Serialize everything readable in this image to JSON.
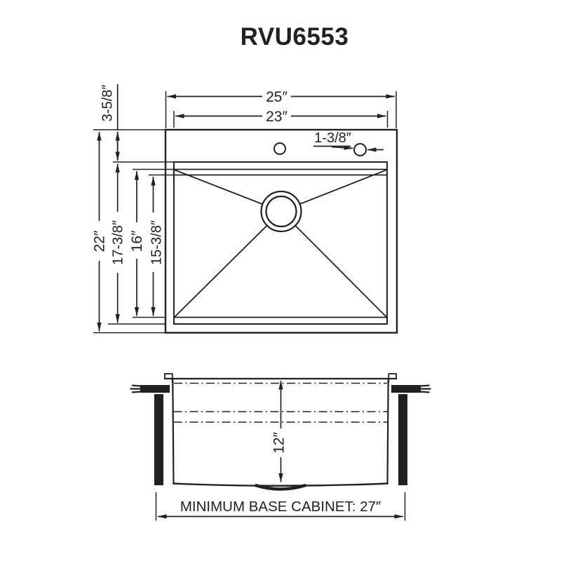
{
  "title": "RVU6553",
  "colors": {
    "ink": "#232020",
    "background": "#ffffff"
  },
  "top_view": {
    "overall_width": "25″",
    "bowl_width": "23″",
    "overall_depth": "22″",
    "bowl_outer_depth": "17-3/8″",
    "bowl_inner_depth": "16″",
    "bowl_floor_depth": "15-3/8″",
    "top_ledge_depth": "3-5/8″",
    "faucet_hole_diameter": "1-3/8″"
  },
  "side_view": {
    "bowl_height": "12″",
    "base_cabinet_note": "MINIMUM BASE CABINET: 27″"
  }
}
